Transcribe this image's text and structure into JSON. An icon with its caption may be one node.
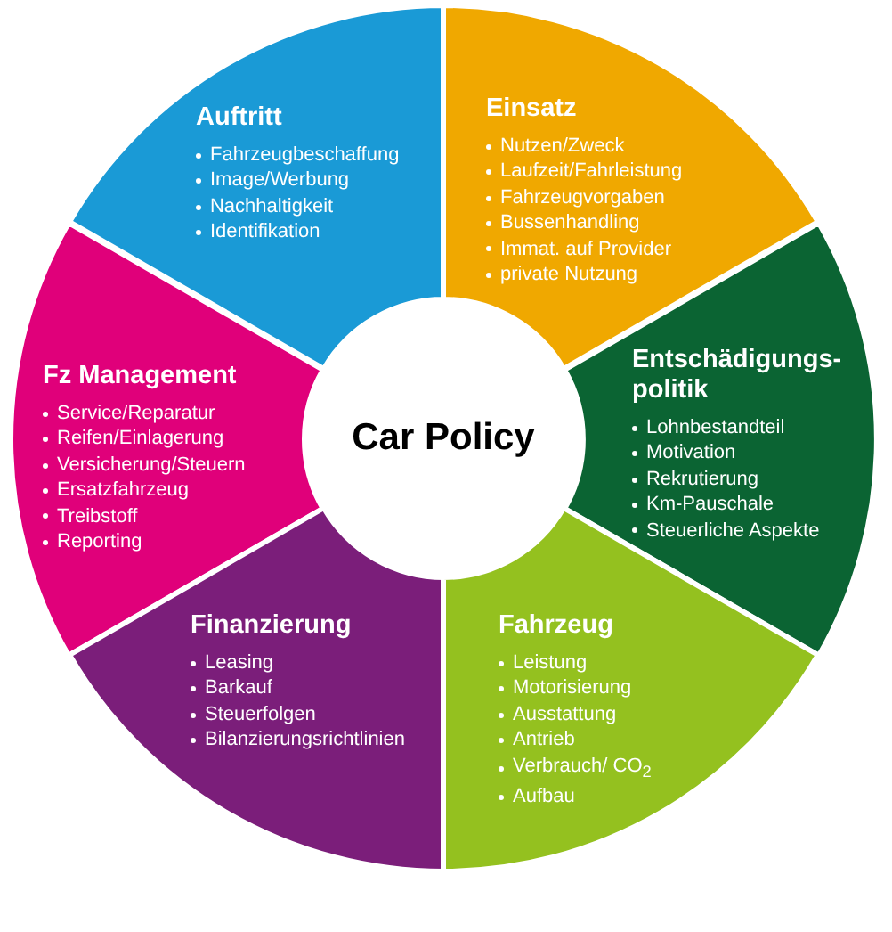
{
  "diagram": {
    "nodes": [
      {
        "text": [
          "Auftritt",
          "Fahrzeugbeschaffung",
          "Image/Werbung",
          "Nachhaltigkeit",
          "Identifikation"
        ]
      },
      {
        "text": [
          "Einsatz",
          "Nutzen/Zweck",
          "Laufzeit/Fahrleistung",
          "Fahrzeugvorgaben",
          "Bussenhandling",
          "Immat. auf Provider",
          "private Nutzung"
        ]
      },
      {
        "text": [
          "Fz Management",
          "Service/Reparatur",
          "Reifen/Einlagerung",
          "Versicherung/Steuern",
          "Ersatzfahrzeug",
          "Treibstoff",
          "Reporting"
        ]
      },
      {
        "text": [
          "Car Policy"
        ]
      },
      {
        "text": [
          "Entschädigungs-politik",
          "Lohnbestandteil",
          "Motivation",
          "Rekrutierung",
          "Km-Pauschale",
          "Steuerliche Aspekte"
        ]
      },
      {
        "text": [
          "Finanzierung",
          "Leasing",
          "Barkauf",
          "Steuerfolgen",
          "Bilanzierungsrichtlinien"
        ]
      },
      {
        "text": [
          "Fahrzeug",
          "Leistung",
          "Motorisierung",
          "Ausstattung",
          "Antrieb",
          "Verbrauch/ CO$_{2}$",
          "Aufbau"
        ]
      }
    ]
  }
}
